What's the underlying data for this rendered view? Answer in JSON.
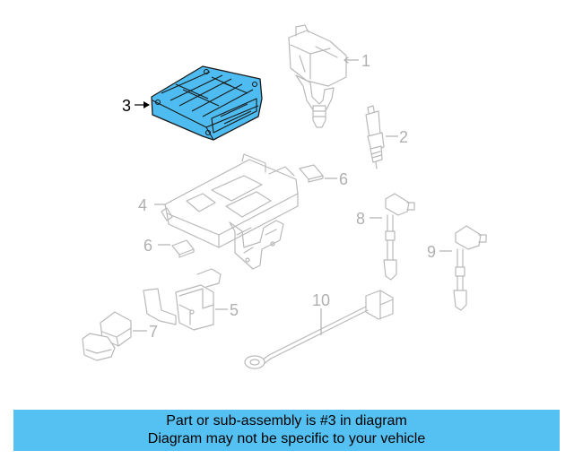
{
  "callouts": {
    "c1": "1",
    "c2": "2",
    "c3": "3",
    "c4": "4",
    "c5": "5",
    "c6a": "6",
    "c6b": "6",
    "c7": "7",
    "c8": "8",
    "c9": "9",
    "c10": "10"
  },
  "highlighted_part": "3",
  "highlight_color": "#4ebcf0",
  "banner": {
    "line1": "Part or sub-assembly is #3 in diagram",
    "line2": "Diagram may not be specific to your vehicle",
    "background": "#55c1f2"
  }
}
